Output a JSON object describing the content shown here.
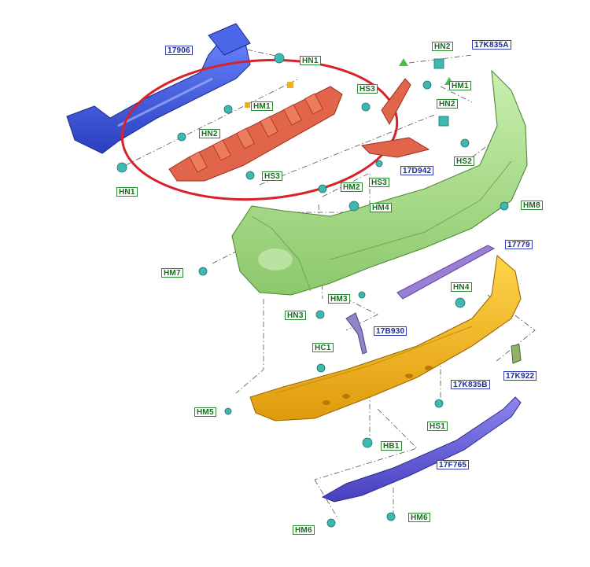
{
  "diagram": {
    "labels": [
      {
        "id": "lbl-17906",
        "text": "17906",
        "kind": "part"
      },
      {
        "id": "lbl-hn1-top",
        "text": "HN1",
        "kind": "fastener"
      },
      {
        "id": "lbl-hn2-top",
        "text": "HN2",
        "kind": "fastener"
      },
      {
        "id": "lbl-17k835a",
        "text": "17K835A",
        "kind": "part"
      },
      {
        "id": "lbl-hs3-top",
        "text": "HS3",
        "kind": "fastener"
      },
      {
        "id": "lbl-hm1-right",
        "text": "HM1",
        "kind": "fastener"
      },
      {
        "id": "lbl-hm1-left",
        "text": "HM1",
        "kind": "fastener"
      },
      {
        "id": "lbl-hn2-mid",
        "text": "HN2",
        "kind": "fastener"
      },
      {
        "id": "lbl-hn2-right",
        "text": "HN2",
        "kind": "fastener"
      },
      {
        "id": "lbl-hs2",
        "text": "HS2",
        "kind": "fastener"
      },
      {
        "id": "lbl-17d942",
        "text": "17D942",
        "kind": "part"
      },
      {
        "id": "lbl-hs3-mid",
        "text": "HS3",
        "kind": "fastener"
      },
      {
        "id": "lbl-hs3-right",
        "text": "HS3",
        "kind": "fastener"
      },
      {
        "id": "lbl-hn1-left",
        "text": "HN1",
        "kind": "fastener"
      },
      {
        "id": "lbl-hm2",
        "text": "HM2",
        "kind": "fastener"
      },
      {
        "id": "lbl-hm4",
        "text": "HM4",
        "kind": "fastener"
      },
      {
        "id": "lbl-hm8",
        "text": "HM8",
        "kind": "fastener"
      },
      {
        "id": "lbl-17779",
        "text": "17779",
        "kind": "part"
      },
      {
        "id": "lbl-hm7",
        "text": "HM7",
        "kind": "fastener"
      },
      {
        "id": "lbl-hn4",
        "text": "HN4",
        "kind": "fastener"
      },
      {
        "id": "lbl-hm3",
        "text": "HM3",
        "kind": "fastener"
      },
      {
        "id": "lbl-hn3",
        "text": "HN3",
        "kind": "fastener"
      },
      {
        "id": "lbl-17b930",
        "text": "17B930",
        "kind": "part"
      },
      {
        "id": "lbl-hc1",
        "text": "HC1",
        "kind": "fastener"
      },
      {
        "id": "lbl-17k922",
        "text": "17K922",
        "kind": "part"
      },
      {
        "id": "lbl-17k835b",
        "text": "17K835B",
        "kind": "part"
      },
      {
        "id": "lbl-hm5",
        "text": "HM5",
        "kind": "fastener"
      },
      {
        "id": "lbl-hs1",
        "text": "HS1",
        "kind": "fastener"
      },
      {
        "id": "lbl-hb1",
        "text": "HB1",
        "kind": "fastener"
      },
      {
        "id": "lbl-17f765",
        "text": "17F765",
        "kind": "part"
      },
      {
        "id": "lbl-hm6-right",
        "text": "HM6",
        "kind": "fastener"
      },
      {
        "id": "lbl-hm6-left",
        "text": "HM6",
        "kind": "fastener"
      }
    ]
  },
  "colors": {
    "reinforcement_beam": "#3b55d8",
    "energy_absorber": "#e0654a",
    "upper_cover": "#a9dc85",
    "lower_cover": "#f2b81e",
    "trim_strip": "#9a7fd6",
    "valance": "#5f5ad6",
    "clip": "#3fb8b0",
    "highlight_ring": "#d8222a",
    "fastener_label": "#1c6a24",
    "part_label": "#1d2a9a"
  }
}
